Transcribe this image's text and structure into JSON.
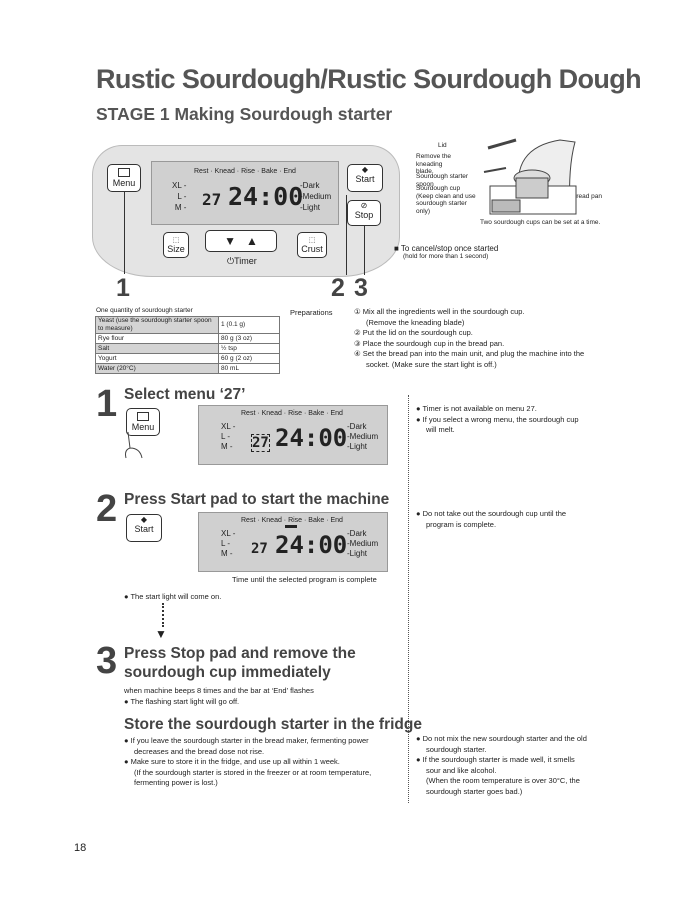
{
  "header": {
    "title": "Rustic Sourdough/Rustic Sourdough Dough",
    "subtitle": "STAGE 1 Making Sourdough starter"
  },
  "panel": {
    "menu_label": "Menu",
    "start_label": "Start",
    "stop_label": "Stop",
    "size_label": "Size",
    "crust_label": "Crust",
    "timer_label": "Timer",
    "stages": "Rest · Knead · Rise · Bake · End",
    "sizes": [
      "XL -",
      "L -",
      "M -"
    ],
    "crusts": [
      "-Dark",
      "-Medium",
      "-Light"
    ],
    "menu_num": "27",
    "time": "24:00",
    "callouts": [
      "1",
      "2",
      "3"
    ]
  },
  "diagram": {
    "lid": "Lid",
    "blade": "Remove the kneading blade.",
    "spoon": "Sourdough starter spoon",
    "cup": "Sourdough cup (Keep clean and use sourdough starter only)",
    "bread_pan": "Bread pan",
    "two_cups": "Two sourdough cups can be set at a time."
  },
  "cancel": {
    "title": "To cancel/stop once started",
    "sub": "(hold for more than 1 second)"
  },
  "ingredients": {
    "heading": "One quantity of sourdough starter",
    "rows": [
      {
        "name": "Yeast (use the sourdough starter spoon to measure)",
        "qty": "1 (0.1 g)"
      },
      {
        "name": "Rye flour",
        "qty": "80 g (3 oz)"
      },
      {
        "name": "Salt",
        "qty": "½ tsp"
      },
      {
        "name": "Yogurt",
        "qty": "60 g (2 oz)"
      },
      {
        "name": "Water (20°C)",
        "qty": "80 mL"
      }
    ]
  },
  "preparations": {
    "label": "Preparations",
    "steps": [
      "① Mix all the ingredients well in the sourdough cup.",
      "(Remove the kneading blade)",
      "② Put the lid on the sourdough cup.",
      "③ Place the sourdough cup in the bread pan.",
      "④ Set the bread pan into the main unit, and plug the machine into the",
      "socket. (Make sure the start light is off.)"
    ]
  },
  "step1": {
    "num": "1",
    "heading": "Select menu ‘27’",
    "notes": [
      "● Timer is not available on menu 27.",
      "● If you select a wrong menu, the sourdough cup",
      "will melt."
    ]
  },
  "step2": {
    "num": "2",
    "heading": "Press Start pad to start the machine",
    "caption": "Time until the selected program is complete",
    "bullet": "● The start light will come on.",
    "notes": [
      "● Do not take out the sourdough cup until the",
      "program is complete."
    ]
  },
  "step3": {
    "num": "3",
    "heading1": "Press Stop pad and remove the",
    "heading2": "sourdough cup immediately",
    "sub": "when machine beeps 8 times and the bar at ‘End’ flashes",
    "bullet": "● The flashing start light will go off."
  },
  "store": {
    "heading": "Store the sourdough starter in the fridge",
    "lines": [
      "● If you leave the sourdough starter in the bread maker, fermenting power",
      "decreases and the bread dose not rise.",
      "● Make sure to store it in the fridge, and use up all within 1 week.",
      "(If the sourdough starter is stored in the freezer or at room temperature,",
      "fermenting power is lost.)"
    ],
    "notes": [
      "● Do not mix the new sourdough starter and the old",
      "sourdough starter.",
      "● If the sourdough starter is made well, it smells",
      "sour and like alcohol.",
      "(When the room temperature is over 30°C, the",
      "sourdough starter goes bad.)"
    ]
  },
  "page_number": "18"
}
